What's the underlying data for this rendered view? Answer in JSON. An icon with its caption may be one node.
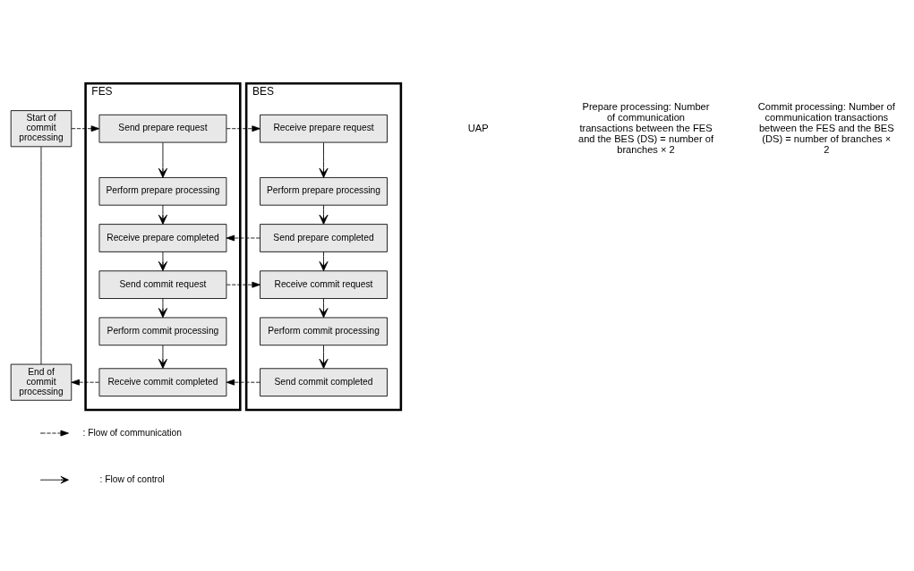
{
  "diagram": {
    "nodes": [
      {
        "text": [
          "FES"
        ]
      },
      {
        "text": [
          "Send prepare request"
        ],
        "in": 0
      },
      {
        "text": [
          "Perform prepare processing"
        ],
        "in": 0
      },
      {
        "text": [
          "Receive prepare completed"
        ],
        "in": 0
      },
      {
        "text": [
          "Send commit request"
        ],
        "in": 0
      },
      {
        "text": [
          "Perform commit processing"
        ],
        "in": 0
      },
      {
        "text": [
          "Receive commit completed"
        ],
        "in": 0
      },
      {
        "text": [
          "BES"
        ]
      },
      {
        "text": [
          "Receive prepare request"
        ],
        "in": 7
      },
      {
        "text": [
          "Perform prepare processing"
        ],
        "in": 7
      },
      {
        "text": [
          "Send prepare completed"
        ],
        "in": 7
      },
      {
        "text": [
          "Receive commit request"
        ],
        "in": 7
      },
      {
        "text": [
          "Perform commit processing"
        ],
        "in": 7
      },
      {
        "text": [
          "Send commit completed"
        ],
        "in": 7
      },
      {
        "text": [
          "Start of commit processing"
        ]
      },
      {
        "text": [
          "End of commit processing"
        ]
      }
    ],
    "edges": [
      {
        "from": 14,
        "to": 15,
        "arrow": "none"
      },
      {
        "from": 14,
        "to": 1,
        "arrow": "to",
        "style": "dashed"
      },
      {
        "from": 1,
        "to": 8,
        "arrow": "to",
        "style": "dashed"
      },
      {
        "from": 1,
        "to": 2,
        "arrow": "to"
      },
      {
        "from": 2,
        "to": 3,
        "arrow": "to"
      },
      {
        "from": 8,
        "to": 9,
        "arrow": "to"
      },
      {
        "from": 9,
        "to": 10,
        "arrow": "to"
      },
      {
        "from": 10,
        "to": 3,
        "arrow": "to",
        "style": "dashed"
      },
      {
        "from": 3,
        "to": 4,
        "arrow": "to"
      },
      {
        "from": 10,
        "to": 11,
        "arrow": "to"
      },
      {
        "from": 4,
        "to": 11,
        "arrow": "to",
        "style": "dashed"
      },
      {
        "from": 4,
        "to": 5,
        "arrow": "to"
      },
      {
        "from": 5,
        "to": 6,
        "arrow": "to"
      },
      {
        "from": 11,
        "to": 12,
        "arrow": "to"
      },
      {
        "from": 12,
        "to": 13,
        "arrow": "to"
      },
      {
        "from": 13,
        "to": 6,
        "arrow": "to",
        "style": "dashed"
      },
      {
        "from": 6,
        "to": 15,
        "arrow": "to",
        "style": "dashed"
      }
    ],
    "labels": [
      "UAP",
      "Prepare processing: Number of communication transactions between the FES and the BES (DS) = number of branches × 2",
      "Commit processing: Number of communication transactions between the FES and the BES (DS) = number of branches × 2"
    ],
    "legend": [
      {
        "text": ": Flow of communication"
      },
      {
        "text": ": Flow of control"
      }
    ]
  }
}
